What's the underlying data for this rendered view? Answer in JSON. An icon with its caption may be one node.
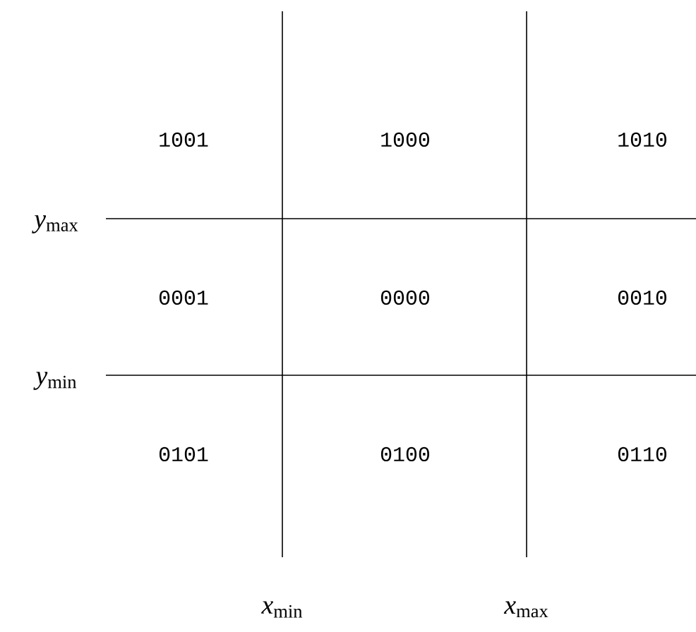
{
  "diagram": {
    "labels": [
      "1001",
      "1000",
      "1010",
      "*y*$_{max}$",
      "0001",
      "0000",
      "0010",
      "*y*$_{min}$",
      "0101",
      "0100",
      "0110",
      "*x*$_{min}$",
      "*x*$_{max}$"
    ]
  }
}
